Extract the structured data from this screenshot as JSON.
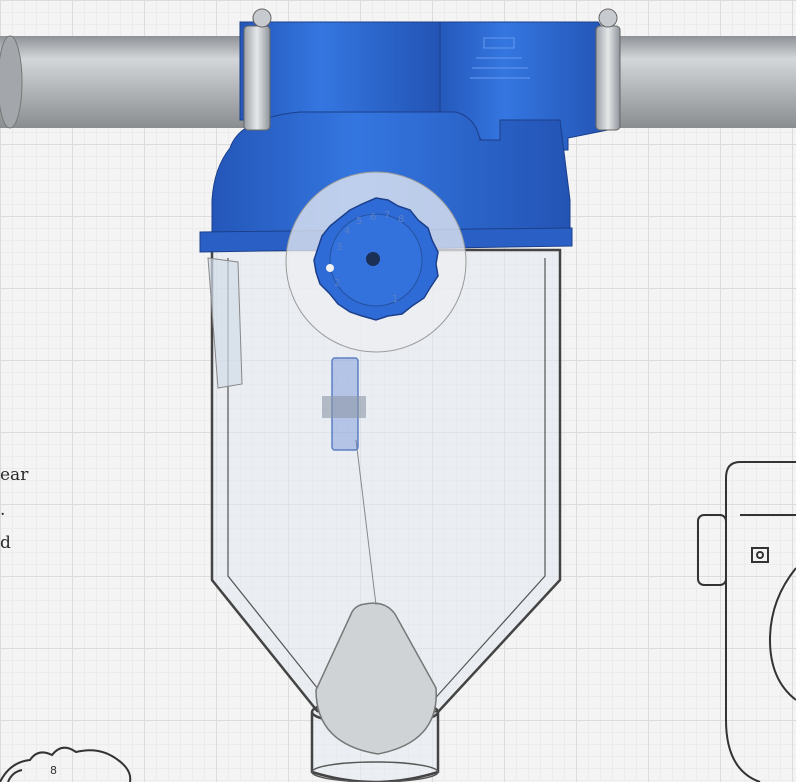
{
  "text_fragments": {
    "line1": "ear",
    "line2": ".",
    "line3": "d"
  },
  "dial": {
    "digits": [
      "8",
      "7",
      "6",
      "5",
      "4",
      "3",
      "2",
      "1"
    ]
  },
  "sketch": {
    "digit": "8"
  },
  "colors": {
    "housing_blue": "#2f6bd6",
    "housing_dark": "#1f4fb0",
    "pipe_gray": "#b9bcbf",
    "outline": "#3a3a3a"
  }
}
